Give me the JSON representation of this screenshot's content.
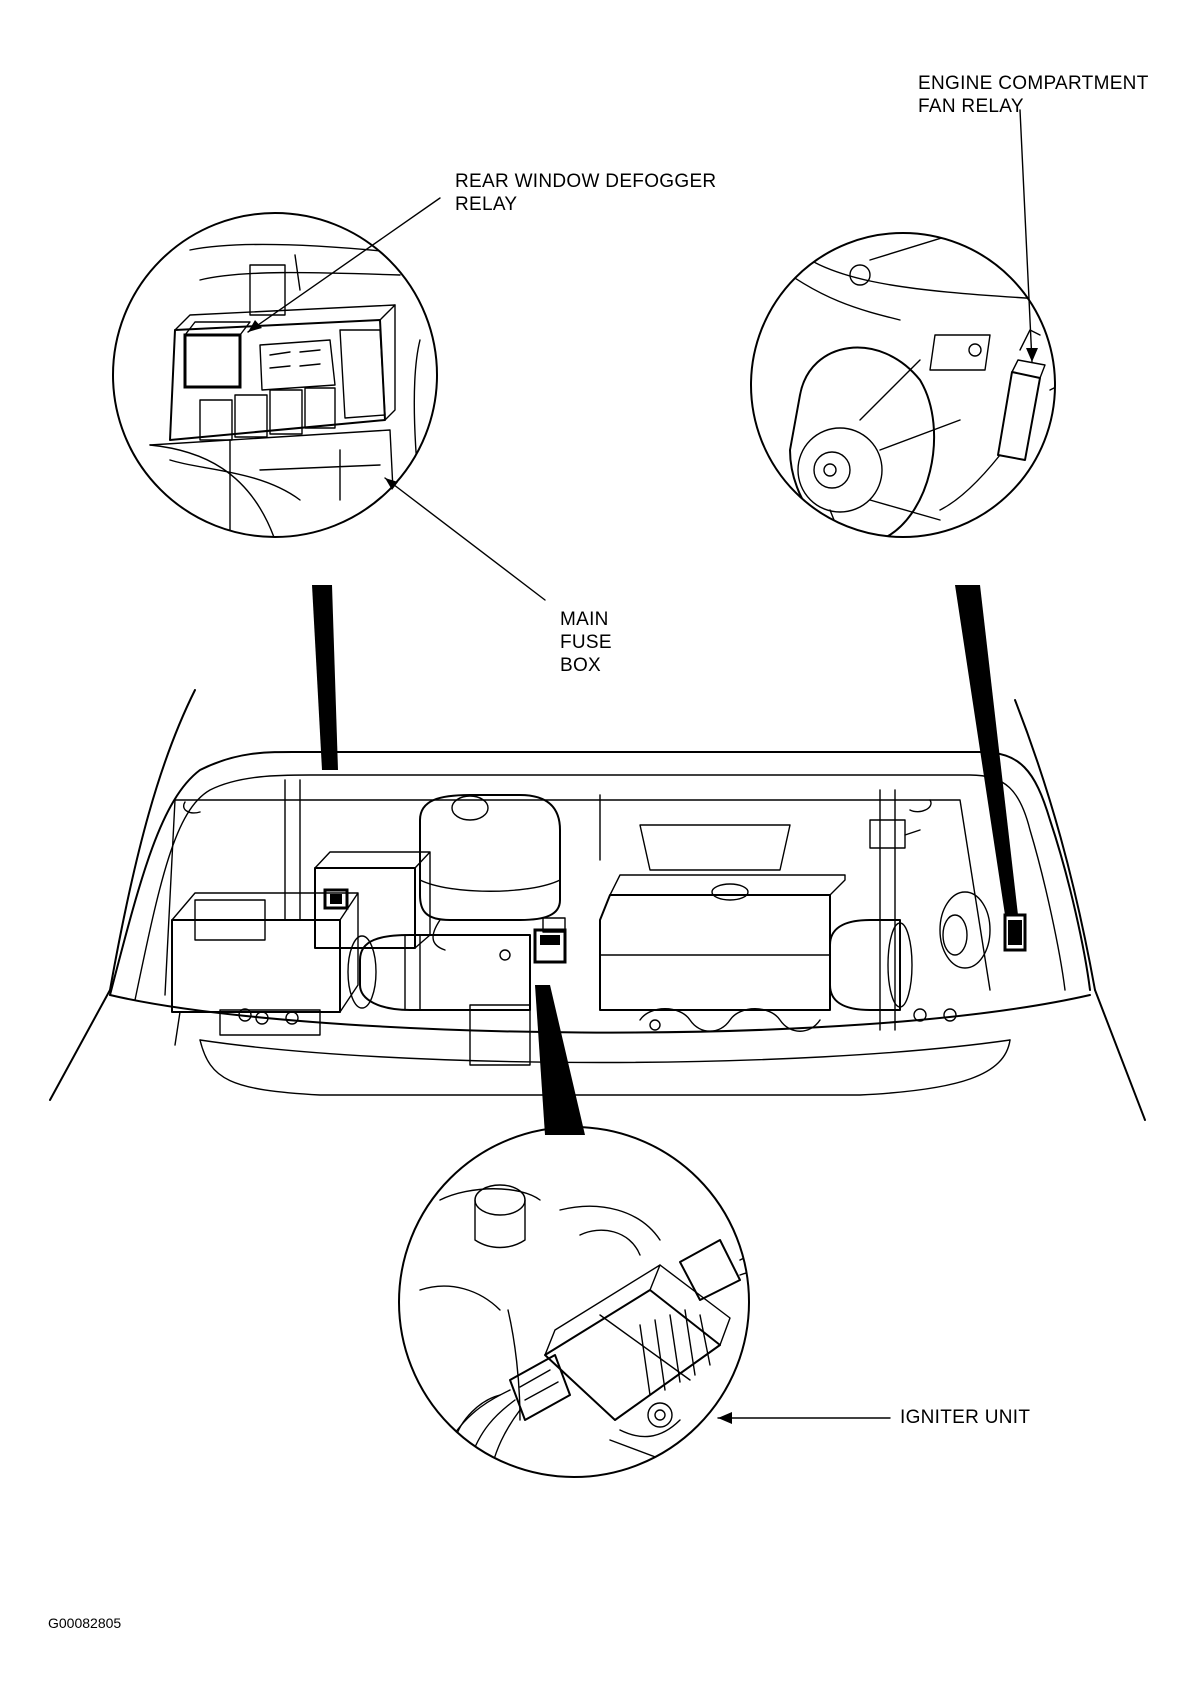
{
  "labels": {
    "rear_window_defogger_relay": [
      "REAR WINDOW DEFOGGER",
      "RELAY"
    ],
    "engine_compartment_fan_relay": [
      "ENGINE COMPARTMENT",
      "FAN RELAY"
    ],
    "main_fuse_box": [
      "MAIN",
      "FUSE",
      "BOX"
    ],
    "igniter_unit": [
      "IGNITER UNIT"
    ]
  },
  "figure_id": "G00082805",
  "colors": {
    "ink": "#000000",
    "paper": "#ffffff"
  }
}
